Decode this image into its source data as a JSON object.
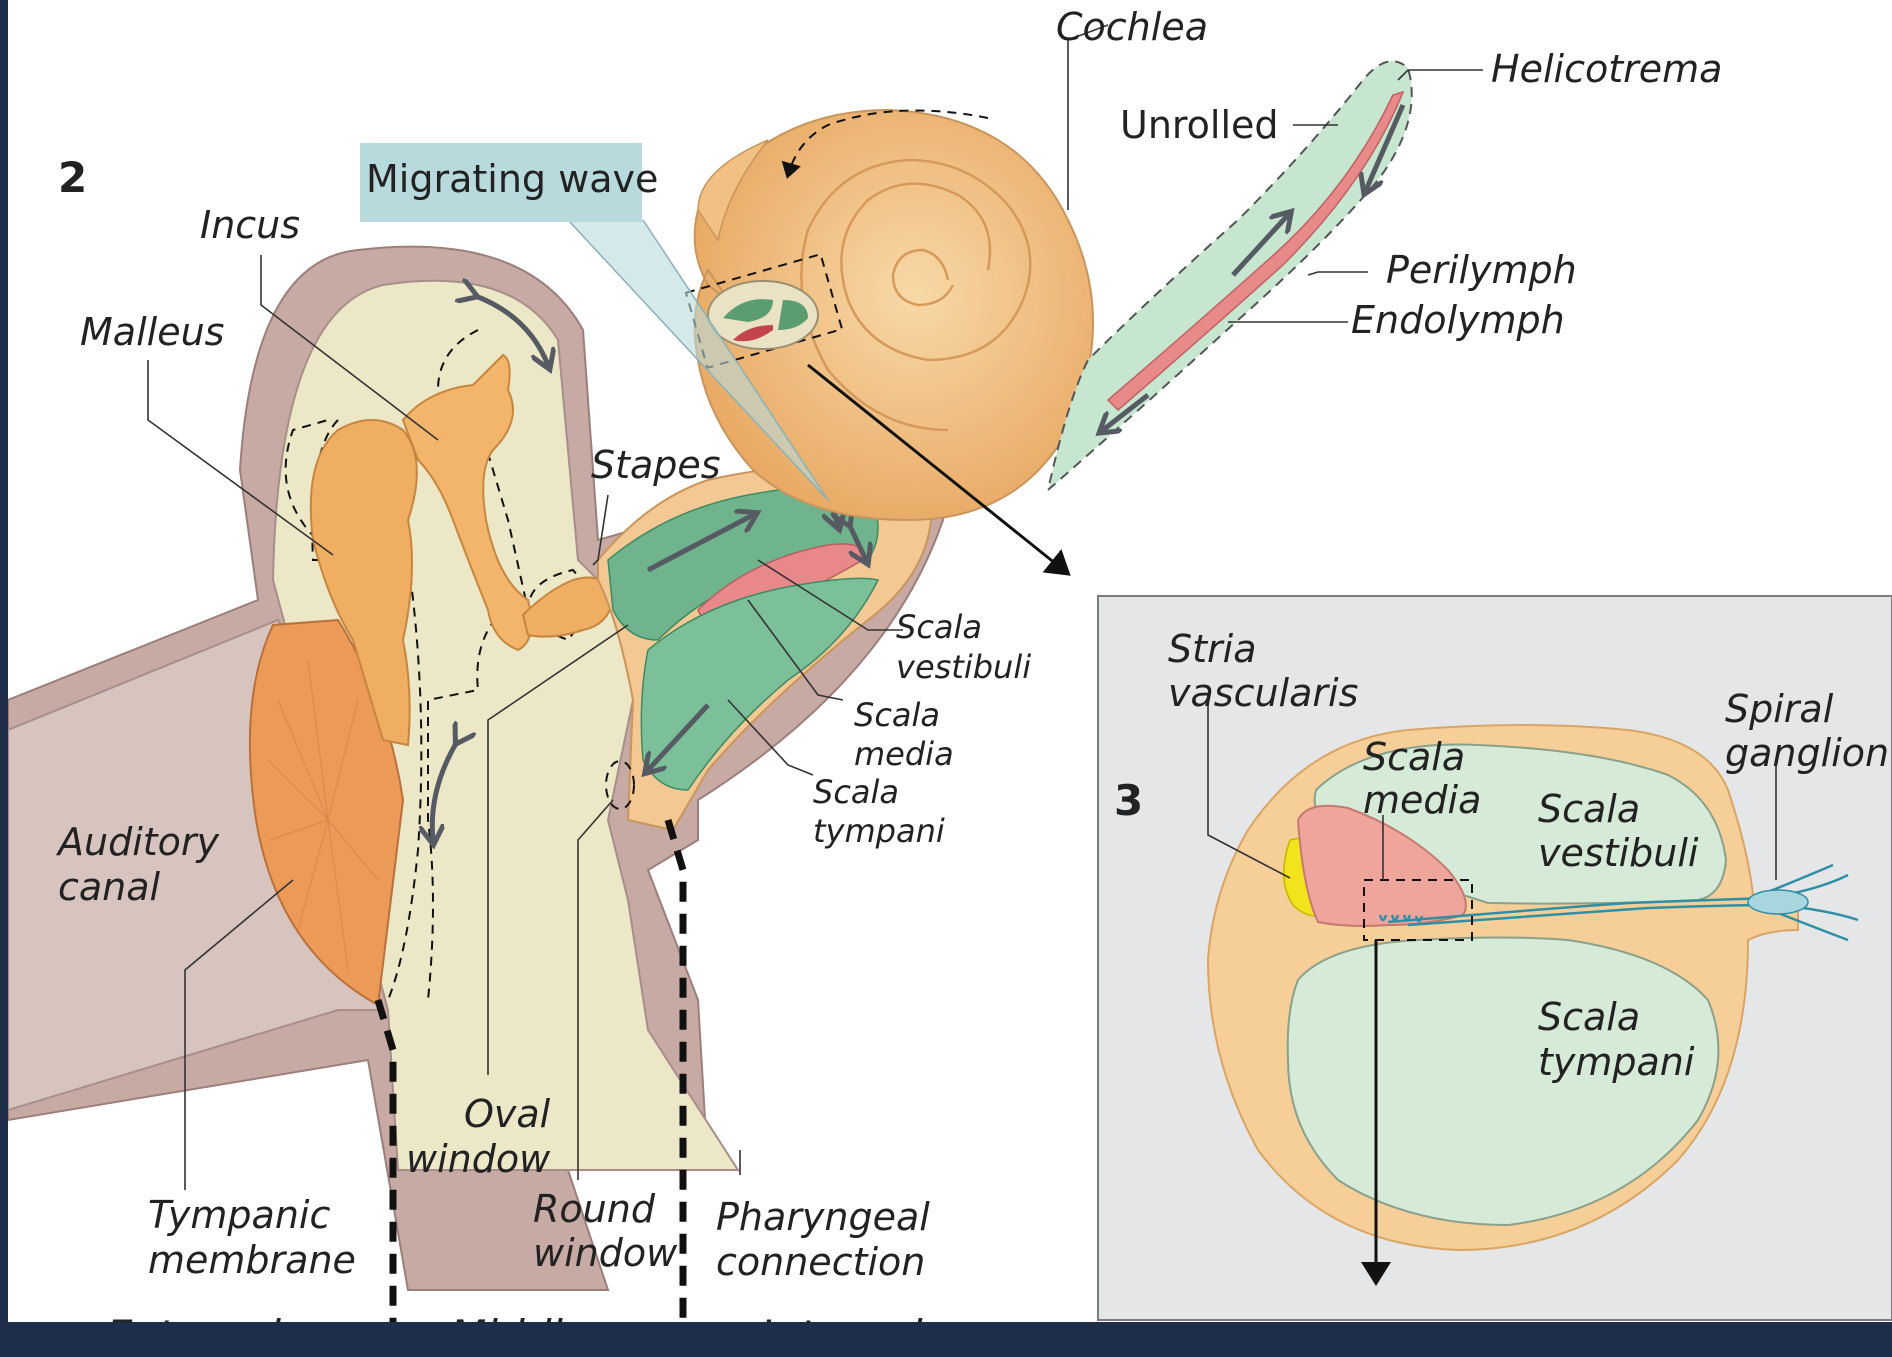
{
  "figures": {
    "fig2_number": "2",
    "fig3_number": "3"
  },
  "callout": {
    "migrating_wave": "Migrating wave"
  },
  "labels": {
    "cochlea": "Cochlea",
    "unrolled": "Unrolled",
    "helicotrema": "Helicotrema",
    "perilymph": "Perilymph",
    "endolymph": "Endolymph",
    "incus": "Incus",
    "malleus": "Malleus",
    "stapes": "Stapes",
    "scala_vestibuli": [
      "Scala",
      "vestibuli"
    ],
    "scala_media": [
      "Scala",
      "media"
    ],
    "scala_tympani": [
      "Scala",
      "tympani"
    ],
    "auditory_canal": [
      "Auditory",
      "canal"
    ],
    "oval_window": [
      "Oval",
      "window"
    ],
    "round_window": [
      "Round",
      "window"
    ],
    "tympanic_membrane": [
      "Tympanic",
      "membrane"
    ],
    "pharyngeal_connection": [
      "Pharyngeal",
      "connection"
    ]
  },
  "regions": {
    "external_ear": "External ear",
    "middle_ear": "Middle ear",
    "internal_ear": "Internal ear"
  },
  "inset": {
    "stria_vascularis": [
      "Stria",
      "vascularis"
    ],
    "scala_media": [
      "Scala",
      "media"
    ],
    "scala_vestibuli": [
      "Scala",
      "vestibuli"
    ],
    "scala_tympani": [
      "Scala",
      "tympani"
    ],
    "spiral_ganglion": [
      "Spiral",
      "ganglion"
    ]
  },
  "colors": {
    "bone": "#f3c892",
    "tissue": "#c2a39e",
    "cavity": "#ece7c6",
    "ossicle": "#f0ae62",
    "perilymph": "#b7dcc0",
    "endolymph": "#e8888a",
    "callout_bg": "#b9dadd",
    "inset_bg": "#e5e6e8",
    "nerve": "#2f8fa5",
    "stria": "#f3e31d"
  }
}
